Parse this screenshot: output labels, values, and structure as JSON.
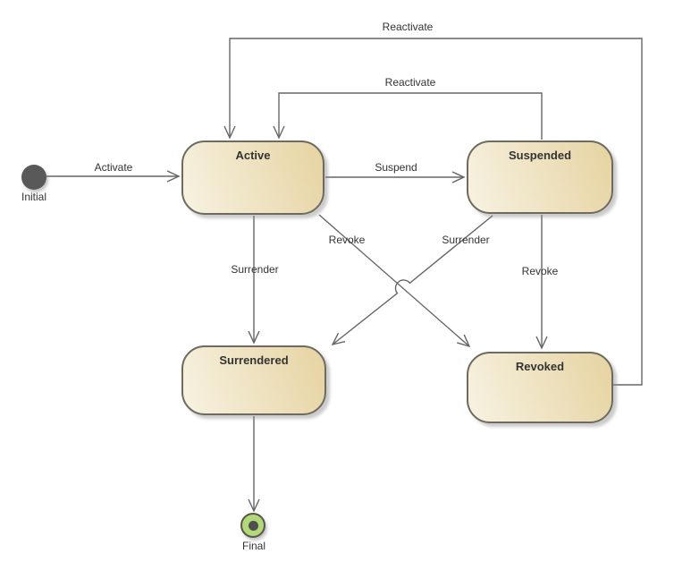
{
  "diagram": {
    "type": "uml-state-machine",
    "states": {
      "initial": {
        "label": "Initial",
        "kind": "initial-pseudostate"
      },
      "active": {
        "label": "Active",
        "kind": "state"
      },
      "suspended": {
        "label": "Suspended",
        "kind": "state"
      },
      "surrendered": {
        "label": "Surrendered",
        "kind": "state"
      },
      "revoked": {
        "label": "Revoked",
        "kind": "state"
      },
      "final": {
        "label": "Final",
        "kind": "final-state"
      }
    },
    "transitions": {
      "activate": {
        "label": "Activate",
        "from": "Initial",
        "to": "Active"
      },
      "suspend": {
        "label": "Suspend",
        "from": "Active",
        "to": "Suspended"
      },
      "reactivate_from_revoked": {
        "label": "Reactivate",
        "from": "Revoked",
        "to": "Active"
      },
      "reactivate_from_suspended": {
        "label": "Reactivate",
        "from": "Suspended",
        "to": "Active"
      },
      "surrender_from_active": {
        "label": "Surrender",
        "from": "Active",
        "to": "Surrendered"
      },
      "revoke_from_active": {
        "label": "Revoke",
        "from": "Active",
        "to": "Revoked"
      },
      "surrender_from_suspended": {
        "label": "Surrender",
        "from": "Suspended",
        "to": "Surrendered"
      },
      "revoke_from_suspended": {
        "label": "Revoke",
        "from": "Suspended",
        "to": "Revoked"
      },
      "to_final": {
        "label": "",
        "from": "Surrendered",
        "to": "Final"
      }
    },
    "colors": {
      "background": "#ffffff",
      "state_fill_light": "#f7f2e2",
      "state_fill_dark": "#e6d3a1",
      "state_border": "#6e6a5f",
      "line": "#666666",
      "text": "#333333",
      "initial_fill": "#595959",
      "final_fill": "#b2d878",
      "final_border": "#57564d",
      "final_dot": "#4e4e4e"
    }
  }
}
